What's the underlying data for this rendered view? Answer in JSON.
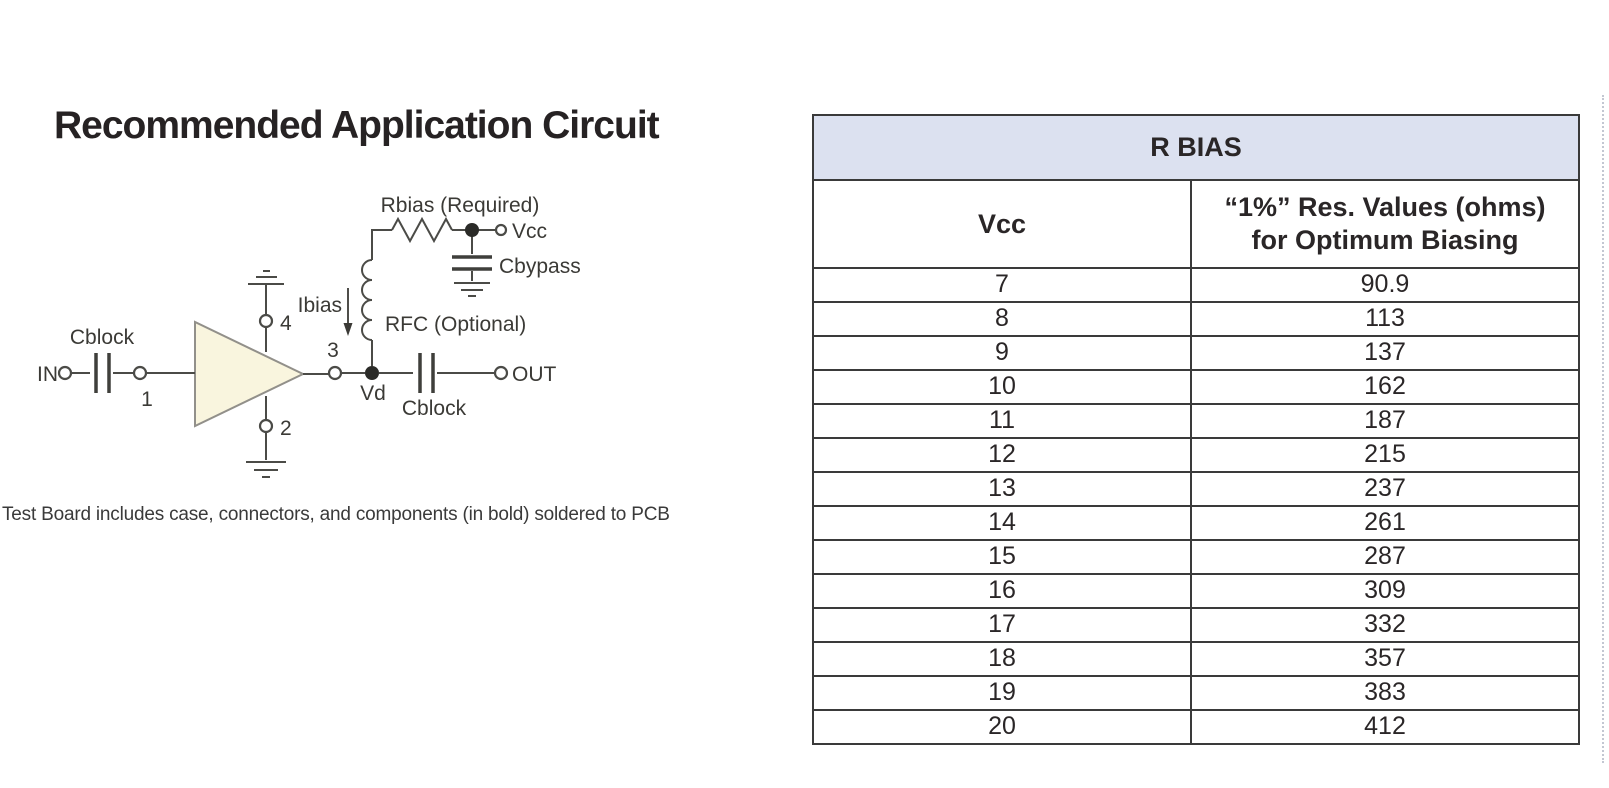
{
  "page": {
    "title": "Recommended Application Circuit",
    "caption": "Test Board includes case, connectors, and components (in bold) soldered to PCB"
  },
  "circuit": {
    "in_label": "IN",
    "out_label": "OUT",
    "input_cap_label": "Cblock",
    "output_cap_label": "Cblock",
    "pin1_label": "1",
    "pin2_label": "2",
    "pin3_label": "3",
    "pin4_label": "4",
    "vd_label": "Vd",
    "vcc_label": "Vcc",
    "rbias_label": "Rbias (Required)",
    "rfc_label": "RFC (Optional)",
    "ibias_label": "Ibias",
    "cbypass_label": "Cbypass",
    "amp_fill_color": "#f9f5de",
    "wire_color": "#4b4b47"
  },
  "table": {
    "title": "R BIAS",
    "header_bg_color": "#dce1f0",
    "border_color": "#3a3a3a",
    "col1_header": "Vcc",
    "col2_header_line1": "“1%” Res. Values (ohms)",
    "col2_header_line2": "for Optimum Biasing",
    "rows": [
      {
        "vcc": "7",
        "res": "90.9"
      },
      {
        "vcc": "8",
        "res": "113"
      },
      {
        "vcc": "9",
        "res": "137"
      },
      {
        "vcc": "10",
        "res": "162"
      },
      {
        "vcc": "11",
        "res": "187"
      },
      {
        "vcc": "12",
        "res": "215"
      },
      {
        "vcc": "13",
        "res": "237"
      },
      {
        "vcc": "14",
        "res": "261"
      },
      {
        "vcc": "15",
        "res": "287"
      },
      {
        "vcc": "16",
        "res": "309"
      },
      {
        "vcc": "17",
        "res": "332"
      },
      {
        "vcc": "18",
        "res": "357"
      },
      {
        "vcc": "19",
        "res": "383"
      },
      {
        "vcc": "20",
        "res": "412"
      }
    ]
  }
}
